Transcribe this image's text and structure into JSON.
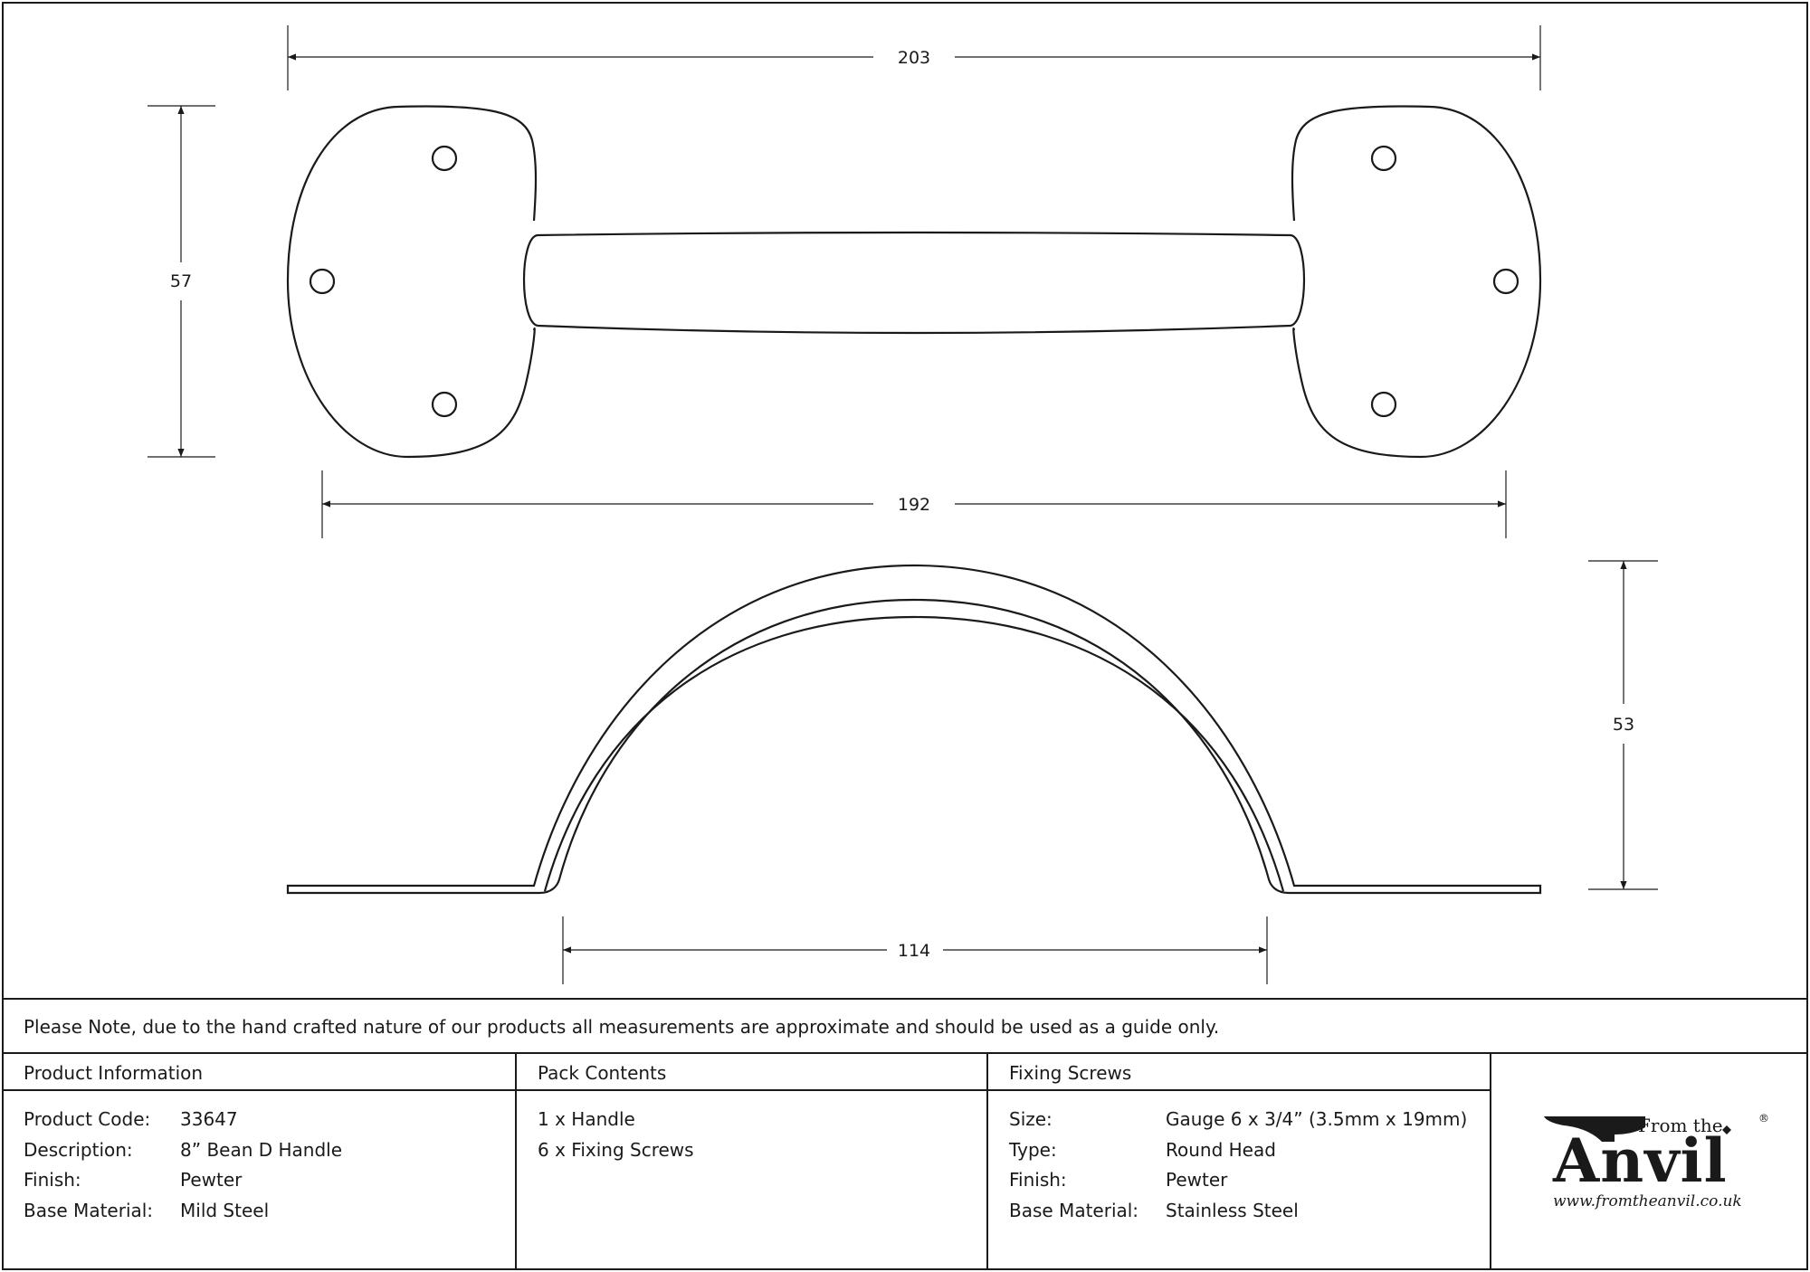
{
  "dimensions": {
    "overall_length": "203",
    "plate_height": "57",
    "fixing_centres": "192",
    "projection": "53",
    "grip_width": "114"
  },
  "note": "Please Note, due to the hand crafted nature of our products all measurements are approximate and should be used as a guide only.",
  "product_info": {
    "header": "Product Information",
    "rows": [
      {
        "label": "Product Code:",
        "value": "33647"
      },
      {
        "label": "Description:",
        "value": "8” Bean D Handle"
      },
      {
        "label": "Finish:",
        "value": "Pewter"
      },
      {
        "label": "Base Material:",
        "value": "Mild Steel"
      }
    ]
  },
  "pack_contents": {
    "header": "Pack Contents",
    "items": [
      "1 x Handle",
      "6 x Fixing Screws"
    ]
  },
  "fixing_screws": {
    "header": "Fixing Screws",
    "rows": [
      {
        "label": "Size:",
        "value": "Gauge 6 x 3/4” (3.5mm x 19mm)"
      },
      {
        "label": "Type:",
        "value": "Round Head"
      },
      {
        "label": "Finish:",
        "value": "Pewter"
      },
      {
        "label": "Base Material:",
        "value": "Stainless Steel"
      }
    ]
  },
  "logo": {
    "from_the": "From the",
    "anvil": "Anvil",
    "registered": "®",
    "website": "www.fromtheanvil.co.uk"
  }
}
